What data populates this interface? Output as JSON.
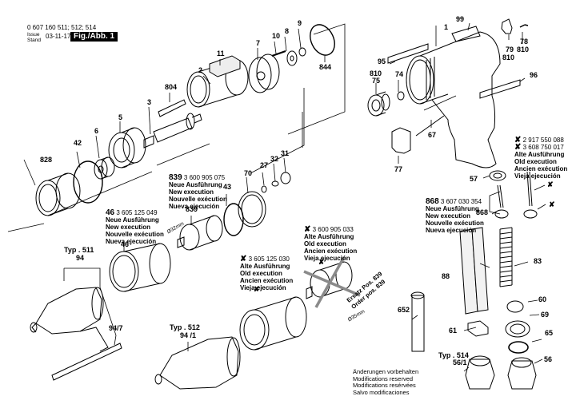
{
  "header": {
    "part_numbers": "0 607 160 511; 512; 514",
    "issue_label_1": "Issue",
    "issue_label_2": "Stand",
    "issue_date": "03-11-17",
    "figure_label": "Fig./Abb. 1"
  },
  "callouts": {
    "c99": "99",
    "c1": "1",
    "c78": "78",
    "c810a": "810",
    "c79": "79",
    "c810b": "810",
    "c95": "95",
    "c96": "96",
    "c810c": "810",
    "c75": "75",
    "c74": "74",
    "c67": "67",
    "c77": "77",
    "c57": "57",
    "c11": "11",
    "c7": "7",
    "c10": "10",
    "c8": "8",
    "c9": "9",
    "c844": "844",
    "c2": "2",
    "c804": "804",
    "c3": "3",
    "c5": "5",
    "c6": "6",
    "c42": "42",
    "c828": "828",
    "c70": "70",
    "c27": "27",
    "c32": "32",
    "c31": "31",
    "c43": "43",
    "c839": "839",
    "c46": "46",
    "c94": "94",
    "c94_7": "94/7",
    "c94_1": "94 /1",
    "c868": "868",
    "c83": "83",
    "c88": "88",
    "c652": "652",
    "c60": "60",
    "c69": "69",
    "c61": "61",
    "c65": "65",
    "c56": "56",
    "c56_1": "56/1",
    "c58_a": "✘",
    "c58_b": "✘"
  },
  "types": {
    "typ511": "Typ . 511",
    "typ512": "Typ . 512",
    "typ514": "Typ . 514"
  },
  "notes": {
    "n839": {
      "num": "839",
      "code": "3 600 905 075",
      "lines": [
        "Neue Ausführung",
        "New execution",
        "Nouvelle exécution",
        "Nueva ejecución"
      ]
    },
    "n46": {
      "num": "46",
      "code": "3 605 125 049",
      "lines": [
        "Neue Ausführung",
        "New execution",
        "Nouvelle exécution",
        "Nueva ejecución"
      ]
    },
    "n868": {
      "num": "868",
      "code": "3 607 030 354",
      "lines": [
        "Neue Ausführung",
        "New execution",
        "Nouvelle exécution",
        "Nueva ejecución"
      ]
    },
    "n_old_a": {
      "sym": "✘",
      "code": "3 605 125 030",
      "lines": [
        "Alte Ausführung",
        "Old execution",
        "Ancien exécution",
        "Vieja ejecución"
      ]
    },
    "n_old_b": {
      "sym": "✘",
      "code": "3 600 905 033",
      "lines": [
        "Alte Ausführung",
        "Old execution",
        "Ancien exécution",
        "Vieja ejecución"
      ]
    },
    "n_old_c": {
      "sym1": "✘",
      "code1": "2 917 550 088",
      "sym2": "✘",
      "code2": "3 608 750 017",
      "lines": [
        "Alte Ausführung",
        "Old execution",
        "Ancien exécution",
        "Vieja ejecución"
      ]
    }
  },
  "dims": {
    "d32": "Ø32mm",
    "d35": "Ø35mm",
    "ersatz": "Ersatz Pos. 839",
    "order": "Order pos. 839"
  },
  "modifications": [
    "Änderungen vorbehalten",
    "Modifications reserved",
    "Modifications resérvées",
    "Salvo modificaciones"
  ],
  "colors": {
    "line": "#000000",
    "strike": "#8a8a8a",
    "background": "#ffffff"
  }
}
